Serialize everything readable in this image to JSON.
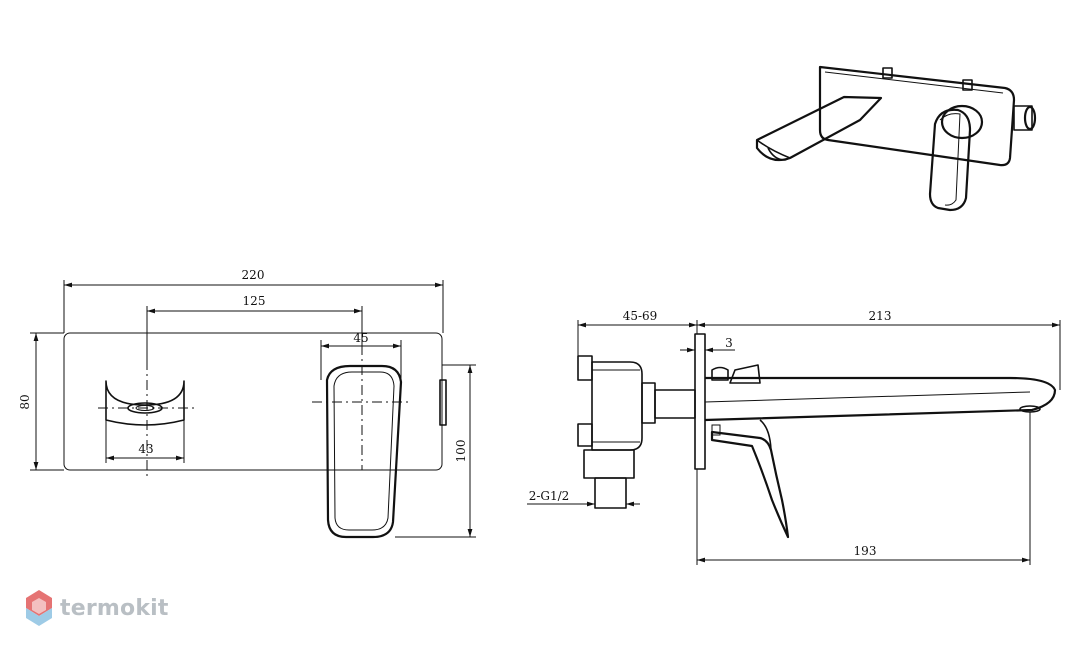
{
  "dimensions": {
    "total_width": "220",
    "centers": "125",
    "lever_width": "45",
    "height_plate": "80",
    "outlet_width": "43",
    "height_total": "100",
    "depth_range": "45-69",
    "spout_reach": "213",
    "plate_thickness": "3",
    "thread": "2-G1/2",
    "spout_length": "193"
  },
  "brand": {
    "name": "termokit",
    "colors": {
      "text": "#b9bfc4",
      "logo_top": "#e57373",
      "logo_bottom": "#9ecbe6"
    }
  }
}
